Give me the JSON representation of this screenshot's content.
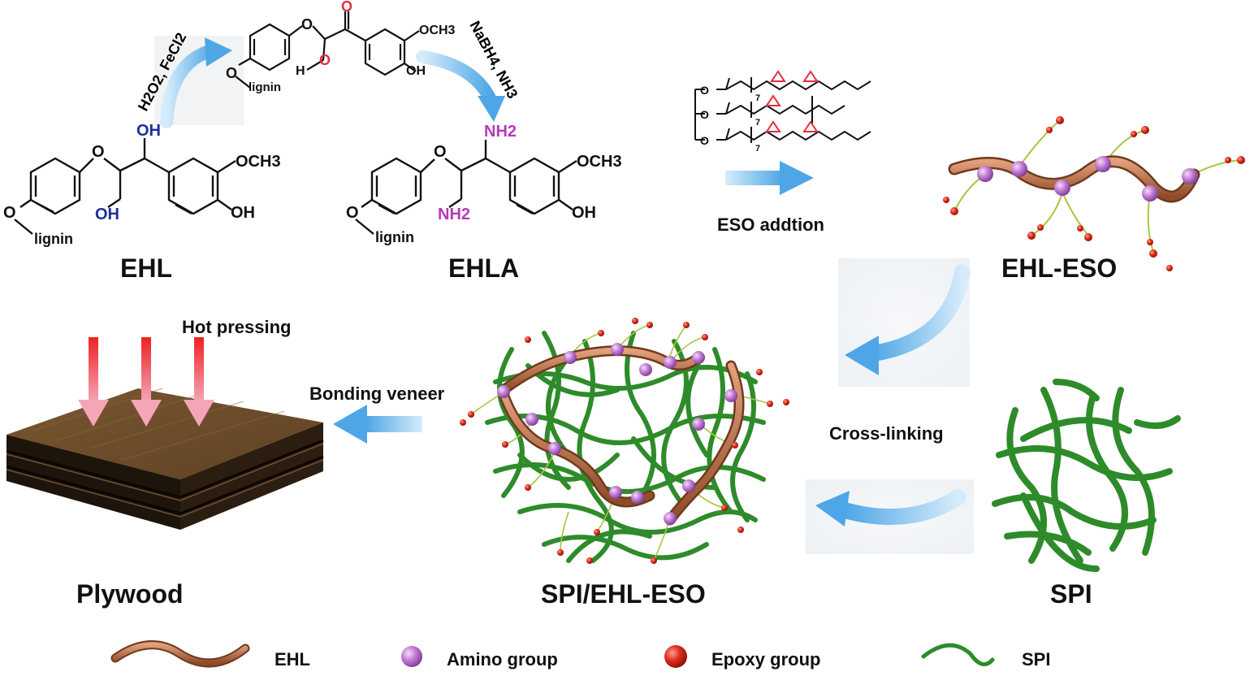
{
  "reagents": {
    "oxidation": "H2O2, FeCl2",
    "reduction": "NaBH4, NH3"
  },
  "molecules": {
    "ehl": {
      "label": "EHL",
      "oh_top": "OH",
      "oh_side": "OH",
      "och3": "OCH3",
      "oh_ring": "OH",
      "o_link": "O",
      "o_ring": "O",
      "lignin": "lignin"
    },
    "intermediate": {
      "o_link": "O",
      "o_top": "O",
      "ketone_o": "O",
      "aldehyde_o": "O",
      "aldehyde_h": "H",
      "och3": "OCH3",
      "oh_ring": "OH",
      "lignin": "lignin"
    },
    "ehla": {
      "label": "EHLA",
      "nh2_top": "NH2",
      "nh2_side": "NH2",
      "och3": "OCH3",
      "oh_ring": "OH",
      "o_link": "O",
      "o_ring": "O",
      "lignin": "lignin"
    },
    "eso": {
      "o": "O",
      "index": "7"
    }
  },
  "steps": {
    "eso_addition": "ESO addtion",
    "cross_linking": "Cross-linking",
    "bonding_veneer": "Bonding veneer",
    "hot_pressing": "Hot pressing"
  },
  "products": {
    "ehl_eso": "EHL-ESO",
    "spi_ehl_eso": "SPI/EHL-ESO",
    "spi": "SPI",
    "plywood": "Plywood"
  },
  "legend": [
    {
      "icon": "ehl-chain",
      "label": "EHL"
    },
    {
      "icon": "amino-sphere",
      "label": "Amino group"
    },
    {
      "icon": "epoxy-sphere",
      "label": "Epoxy group"
    },
    {
      "icon": "spi-chain",
      "label": "SPI"
    }
  ],
  "colors": {
    "ehl_chain": "#b8693f",
    "spi_chain": "#2e8b2a",
    "amino": "#b56bc9",
    "epoxy": "#d42a1c",
    "arrow_blue": "#5aaeea",
    "hydroxyl": "#1e2f9a",
    "amine": "#b63ab8",
    "epoxide": "#e0303a"
  }
}
